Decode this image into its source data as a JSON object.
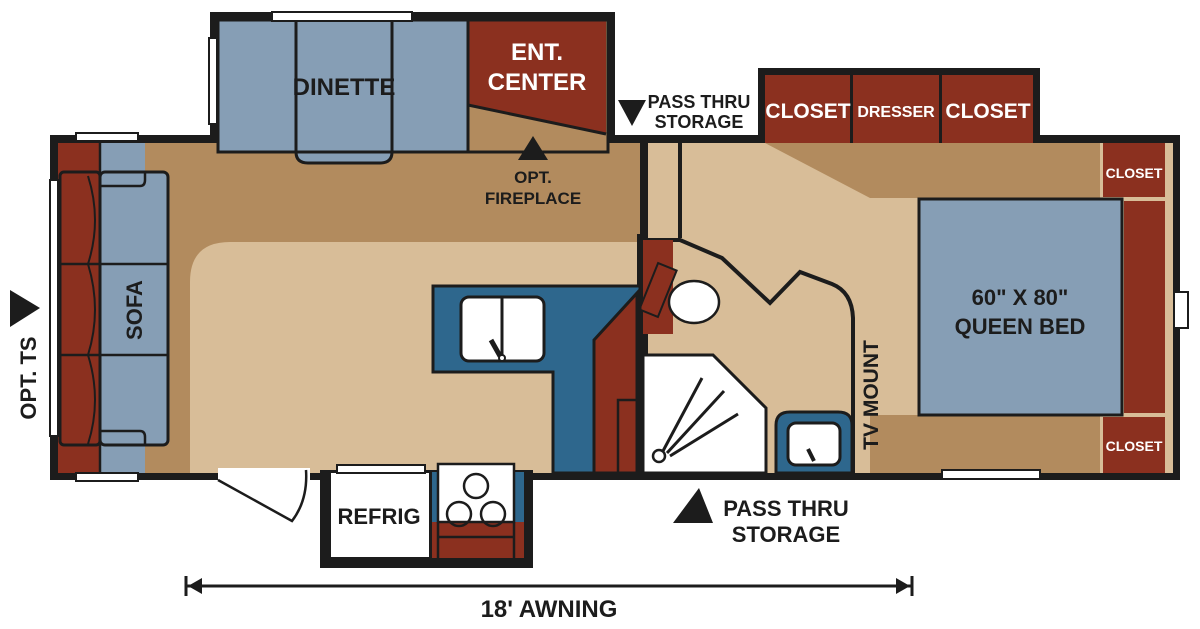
{
  "floorplan": {
    "rooms": {
      "dinette": "DINETTE",
      "ent_center_line1": "ENT.",
      "ent_center_line2": "CENTER",
      "opt_fireplace_line1": "OPT.",
      "opt_fireplace_line2": "FIREPLACE",
      "pass_thru_top_line1": "PASS THRU",
      "pass_thru_top_line2": "STORAGE",
      "closet_top_left": "CLOSET",
      "dresser": "DRESSER",
      "closet_top_right": "CLOSET",
      "closet_bed_top": "CLOSET",
      "closet_bed_bottom": "CLOSET",
      "bed_line1": "60\" X 80\"",
      "bed_line2": "QUEEN BED",
      "tv_mount": "TV MOUNT",
      "sofa": "SOFA",
      "opt_ts": "OPT. TS",
      "refrig": "REFRIG",
      "pass_thru_bottom_line1": "PASS THRU",
      "pass_thru_bottom_line2": "STORAGE",
      "awning": "18' AWNING"
    },
    "colors": {
      "wall": "#1c1c1c",
      "floor_dark": "#b28b5e",
      "floor_light": "#d8bd98",
      "furniture_blue": "#869eb5",
      "counter_teal": "#2e678d",
      "cabinet_rust": "#8b301f"
    }
  }
}
